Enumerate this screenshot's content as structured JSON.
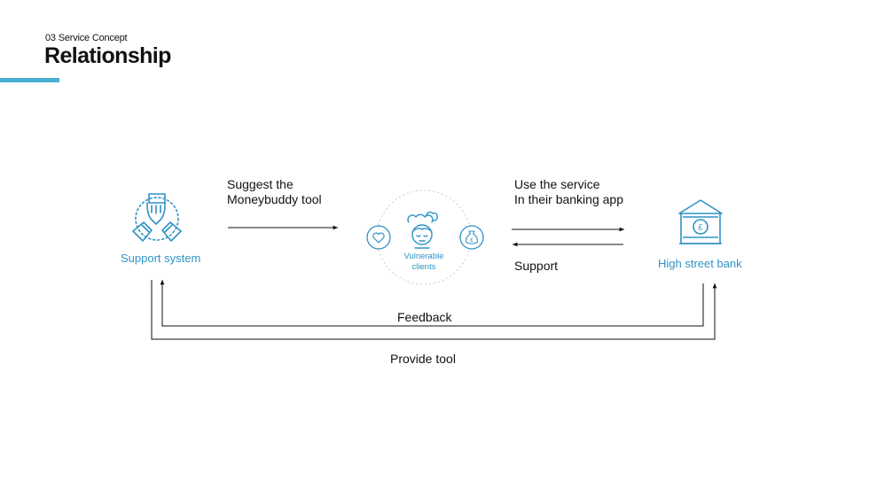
{
  "header": {
    "eyebrow": "03 Service Concept",
    "title": "Relationship"
  },
  "nodes": {
    "support_system": "Support system",
    "vulnerable_clients_line1": "Vulnerable",
    "vulnerable_clients_line2": "clients",
    "high_street_bank": "High street bank"
  },
  "edges": {
    "suggest_line1": "Suggest the",
    "suggest_line2": "Moneybuddy tool",
    "use_line1": "Use the service",
    "use_line2": "In their banking app",
    "support": "Support",
    "feedback": "Feedback",
    "provide_tool": "Provide tool"
  },
  "colors": {
    "accent": "#4aaed3",
    "icon_blue": "#2f93c6",
    "text": "#111111"
  },
  "icons": [
    "hands-together-icon",
    "sleepy-person-icon",
    "heart-icon",
    "money-bag-icon",
    "bank-icon"
  ]
}
